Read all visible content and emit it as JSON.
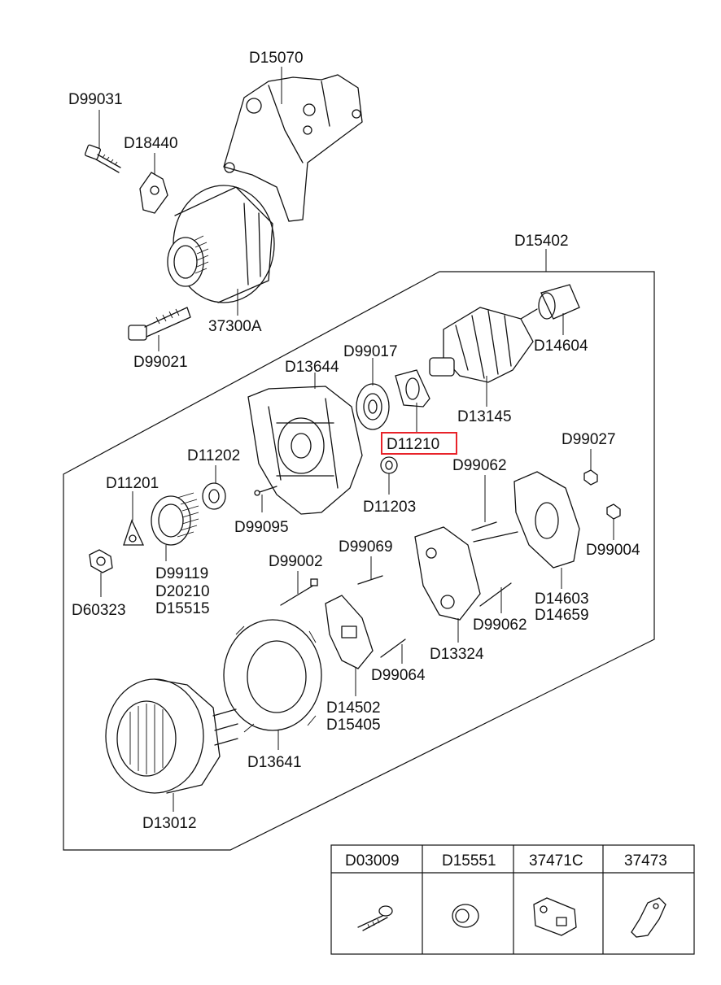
{
  "labels": {
    "d15070": "D15070",
    "d99031": "D99031",
    "d18440": "D18440",
    "d15402": "D15402",
    "a37300": "37300A",
    "d99021": "D99021",
    "d14604": "D14604",
    "d99017": "D99017",
    "d13644": "D13644",
    "d13145": "D13145",
    "d11210": "D11210",
    "d99027": "D99027",
    "d11202": "D11202",
    "d99062a": "D99062",
    "d11201": "D11201",
    "d11203": "D11203",
    "d99095": "D99095",
    "d99004": "D99004",
    "d99119": "D99119",
    "d20210": "D20210",
    "d15515": "D15515",
    "d99069": "D99069",
    "d99002": "D99002",
    "d14603": "D14603",
    "d14659": "D14659",
    "d60323": "D60323",
    "d99062b": "D99062",
    "d13324": "D13324",
    "d99064": "D99064",
    "d14502": "D14502",
    "d15405": "D15405",
    "d13641": "D13641",
    "d13012": "D13012"
  },
  "legend_table": {
    "columns": [
      "D03009",
      "D15551",
      "37471C",
      "37473"
    ]
  },
  "highlighted_label": "D11210",
  "colors": {
    "highlight": "#e8232a",
    "ink": "#111111"
  }
}
